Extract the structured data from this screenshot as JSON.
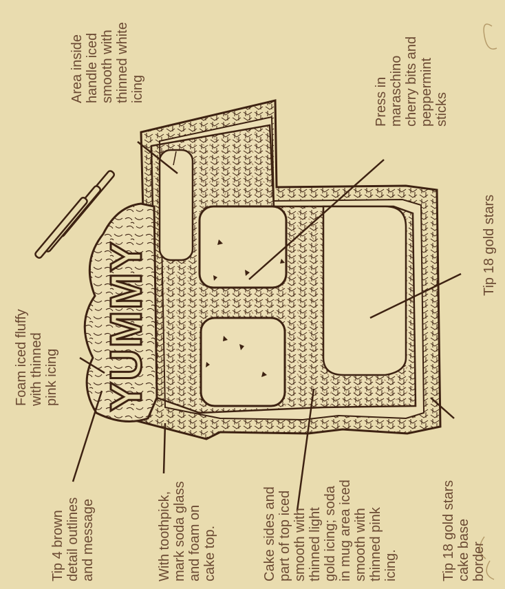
{
  "cake_message": "YUMMY",
  "colors": {
    "background": "#e9dcaf",
    "outline": "#3d2212",
    "label_text": "#6b4a33",
    "texture": "#7a5535"
  },
  "labels": {
    "foam": [
      "Foam iced fluffy",
      "with thinned",
      "pink icing"
    ],
    "area_inside_handle": [
      "Area inside",
      "handle iced",
      "smooth with",
      "thinned white",
      "icing"
    ],
    "press_in": [
      "Press in",
      "maraschino",
      "cherry bits and",
      "peppermint",
      "sticks"
    ],
    "tip18_stars": [
      "Tip 18 gold stars"
    ],
    "tip4_brown": [
      "Tip 4 brown",
      "detail outlines",
      "and message"
    ],
    "toothpick": [
      "With toothpick,",
      "mark soda glass",
      "and foam on",
      "cake top."
    ],
    "cake_sides": [
      "Cake sides and",
      "part of top iced",
      "smooth with",
      "thinned light",
      "gold icing; soda",
      "in mug area iced",
      "smooth with",
      "thinned pink",
      "icing."
    ],
    "tip18_border": [
      "Tip 18 gold stars",
      "cake base",
      "border"
    ]
  }
}
